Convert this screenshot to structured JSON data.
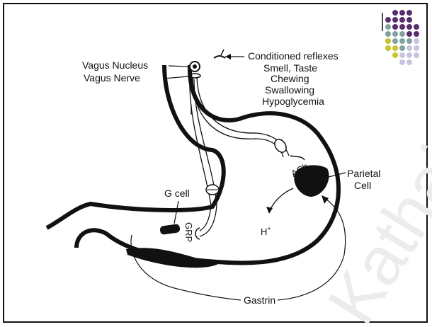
{
  "labels": {
    "vagus_nucleus": "Vagus Nucleus",
    "vagus_nerve": "Vagus Nerve",
    "conditioned_reflexes": "Conditioned reflexes",
    "smell_taste": "Smell, Taste",
    "chewing": "Chewing",
    "swallowing": "Swallowing",
    "hypoglycemia": "Hypoglycemia",
    "ach": "ACh",
    "parietal_cell_1": "Parietal",
    "parietal_cell_2": "Cell",
    "g_cell": "G cell",
    "grp": "GRP",
    "h_plus": "H",
    "h_plus_sup": "+",
    "gastrin": "Gastrin"
  },
  "watermark": "Kathaigam",
  "colors": {
    "line": "#111111",
    "dot_purple": "#5a2d6e",
    "dot_teal": "#7fa3a0",
    "dot_yellow": "#c9c42a",
    "dot_lavender": "#c9c2e2"
  }
}
